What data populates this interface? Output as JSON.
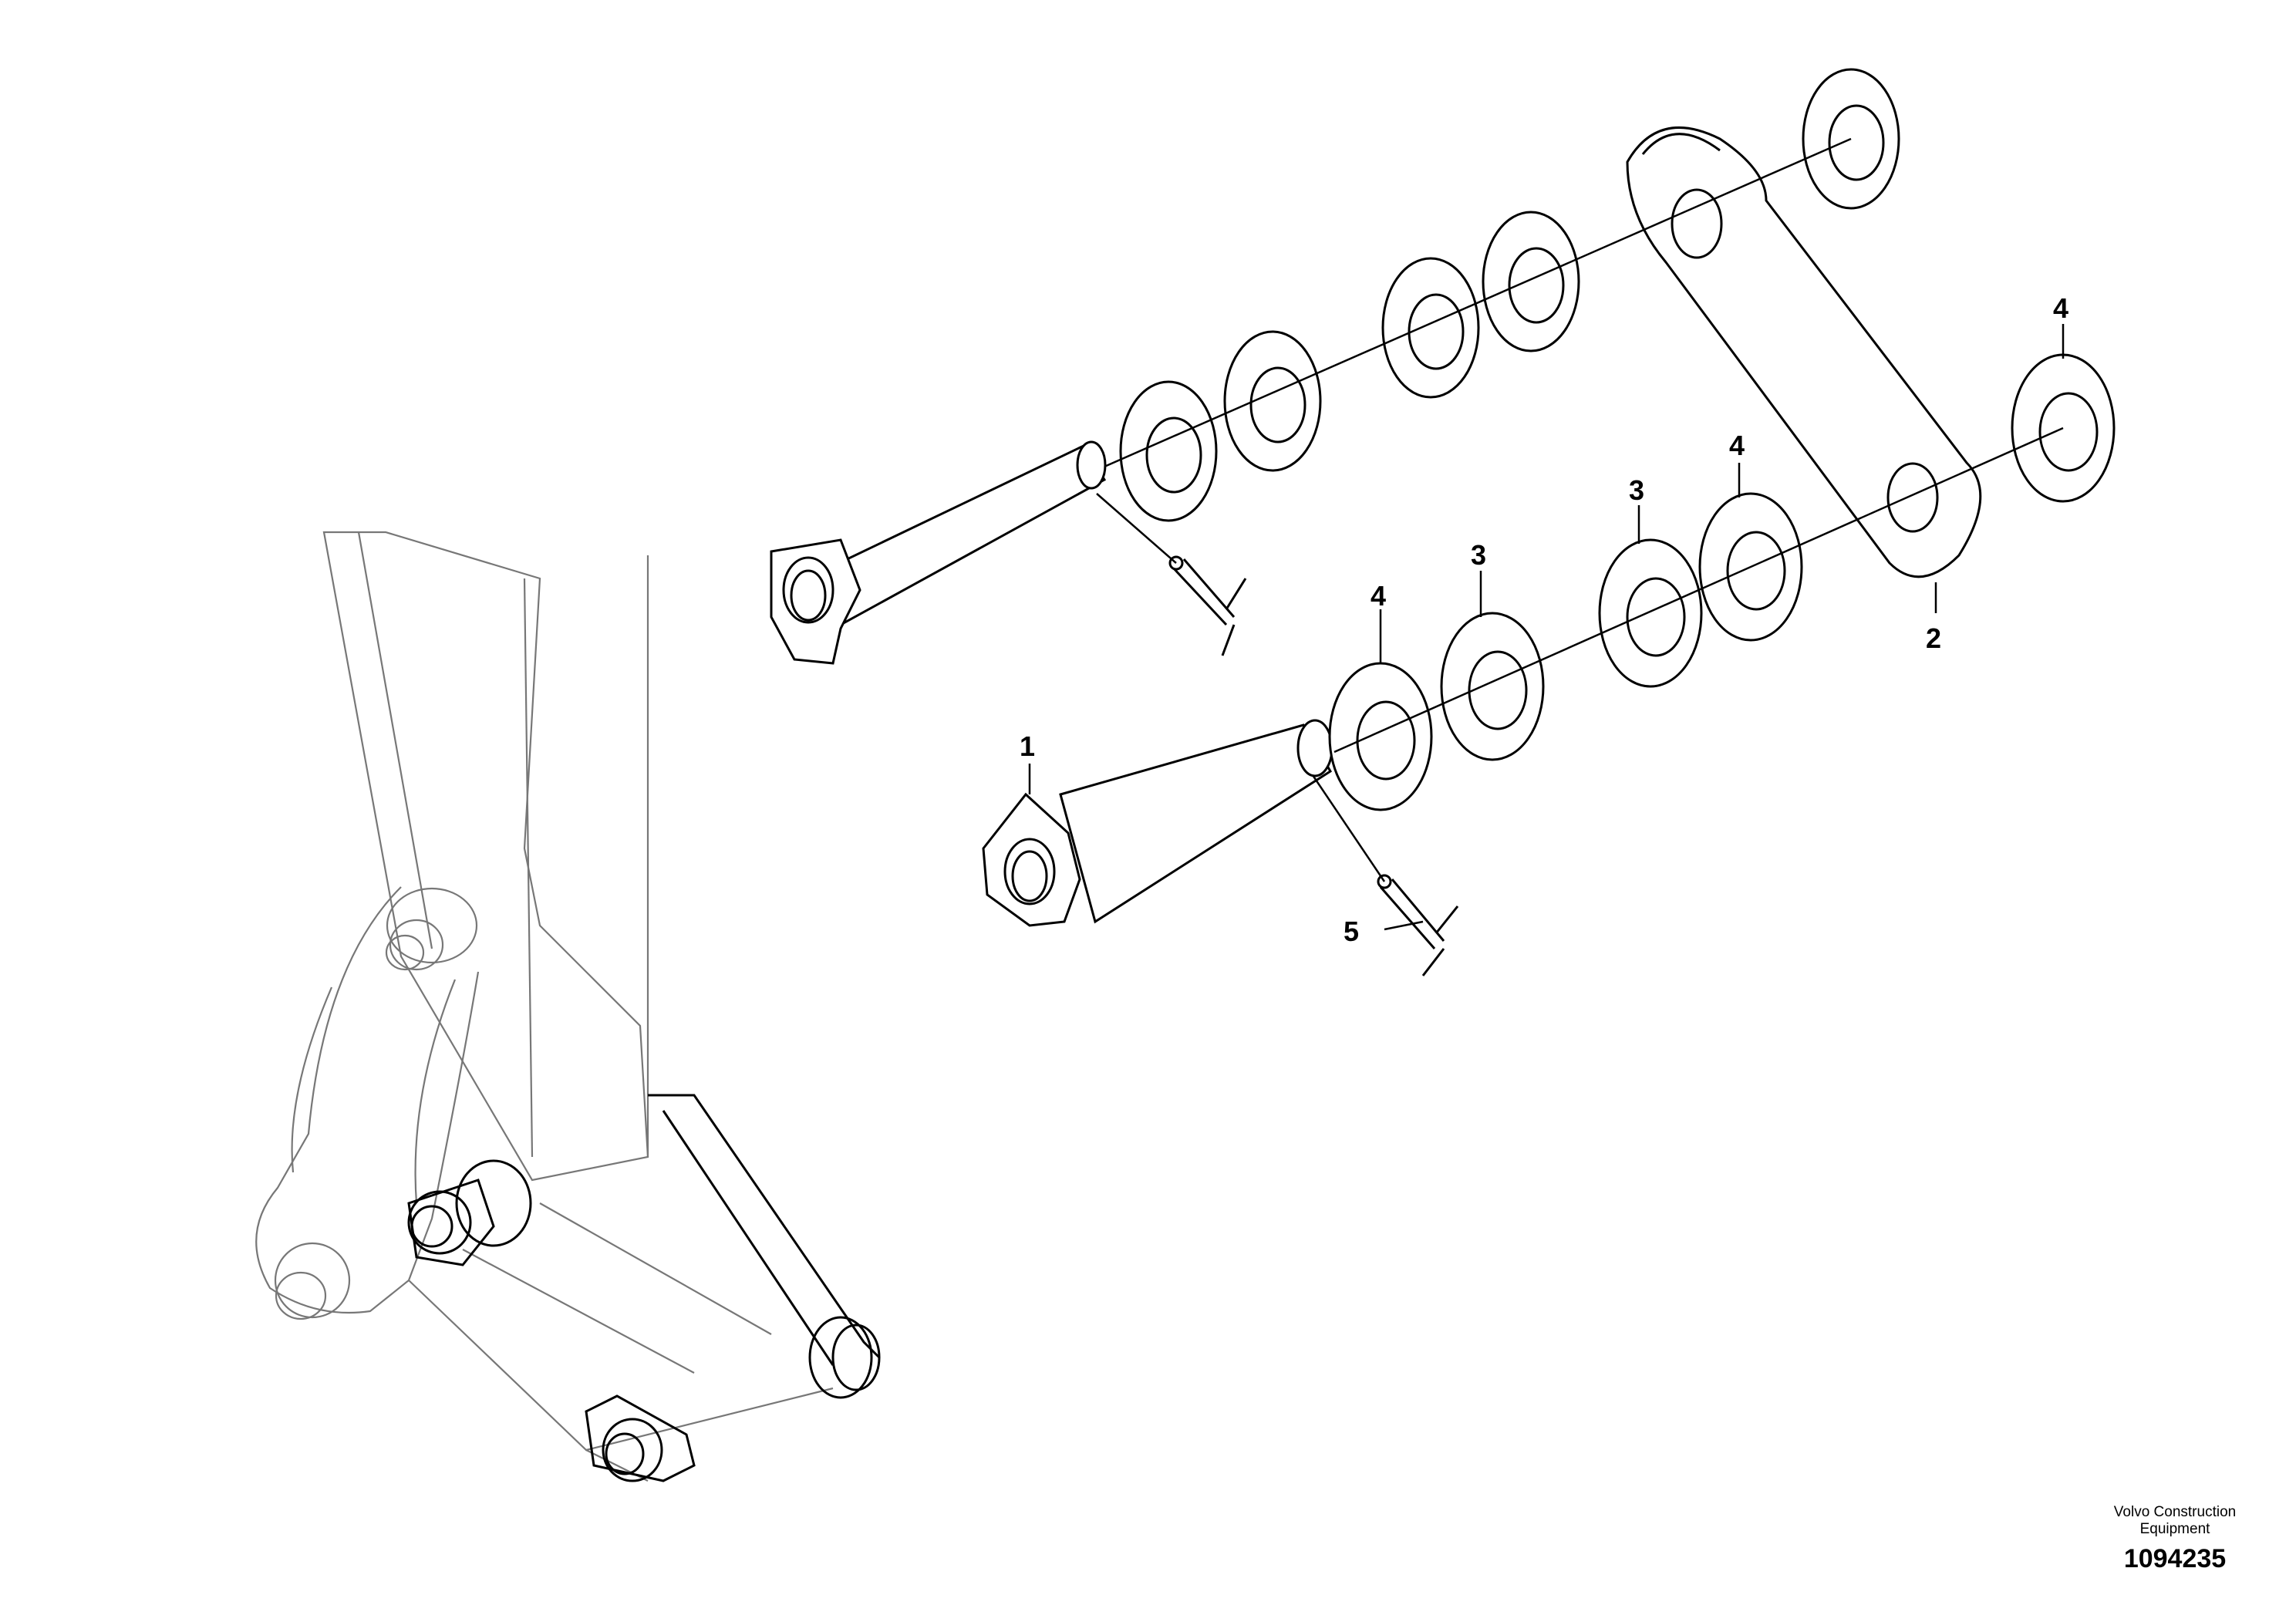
{
  "callouts": {
    "c1": "1",
    "c2": "2",
    "c3a": "3",
    "c3b": "3",
    "c4a": "4",
    "c4b": "4",
    "c4c": "4",
    "c5": "5"
  },
  "brand": {
    "line1": "Volvo Construction",
    "line2": "Equipment"
  },
  "drawing_number": "1094235",
  "colors": {
    "line": "#000000",
    "ghost": "#777777"
  }
}
